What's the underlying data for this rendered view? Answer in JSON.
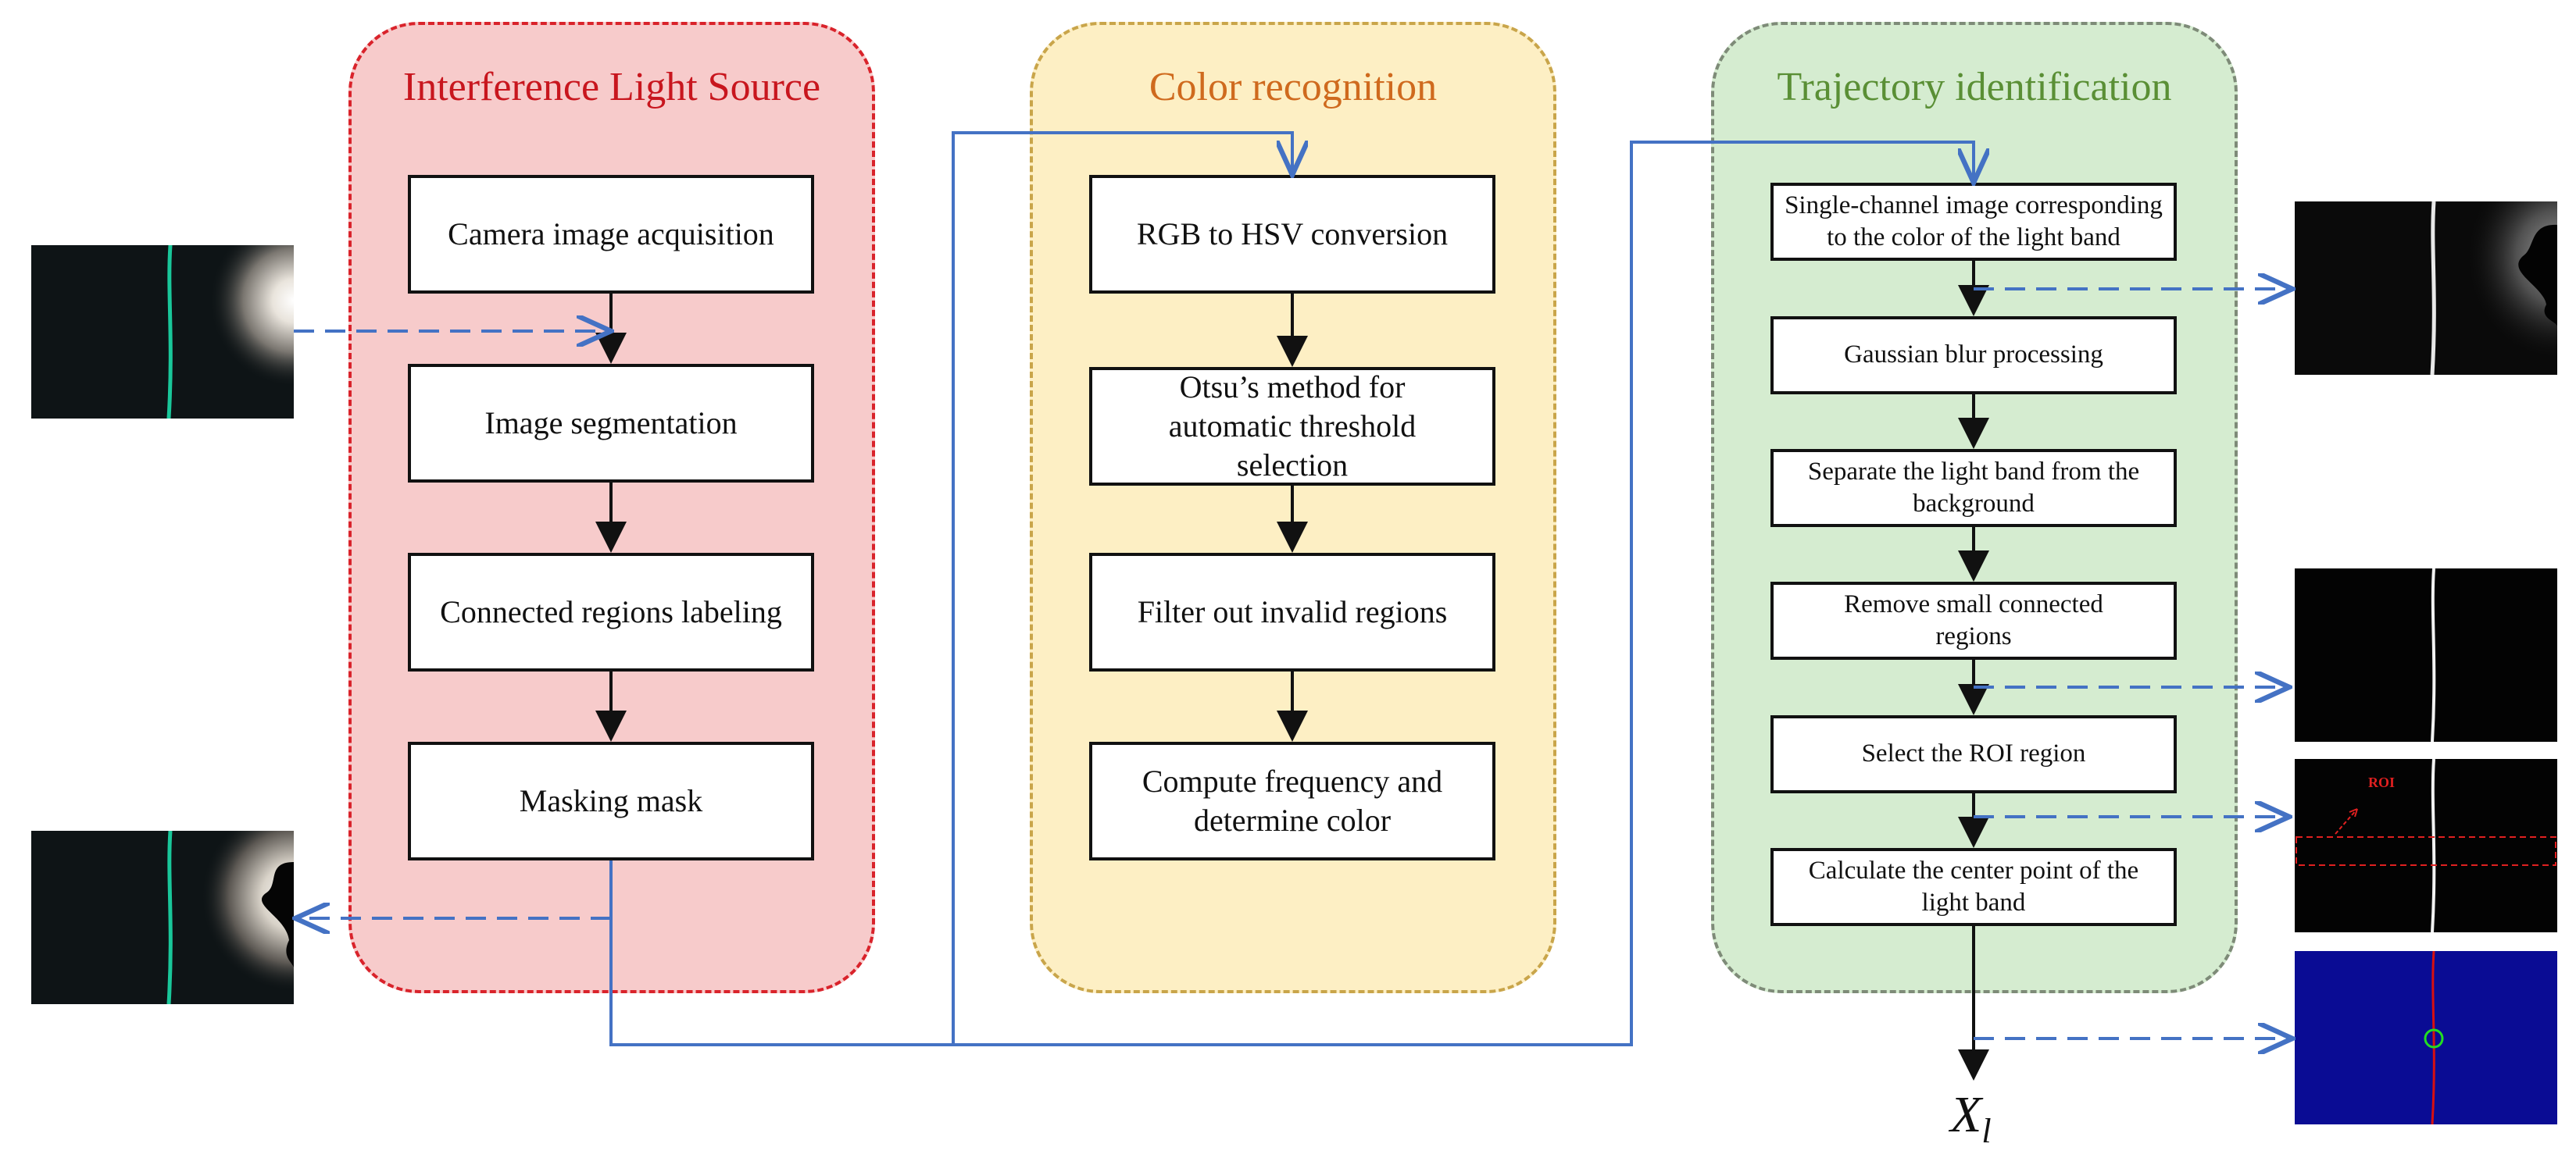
{
  "colors": {
    "flow_blue": "#4472c4",
    "panel1_fill": "#f7cbcb",
    "panel1_border": "#d9232b",
    "panel1_title": "#c8161e",
    "panel2_fill": "#fdefc4",
    "panel2_border": "#c9a54a",
    "panel2_title": "#cf6a1e",
    "panel3_fill": "#d5ecd0",
    "panel3_border": "#7e8b78",
    "panel3_title": "#5a8f35",
    "band_green": "#19c79a",
    "roi_red": "#e02020"
  },
  "panels": [
    {
      "title": "Interference Light Source",
      "steps": [
        "Camera image acquisition",
        "Image segmentation",
        "Connected regions labeling",
        "Masking mask"
      ]
    },
    {
      "title": "Color recognition",
      "steps": [
        "RGB to HSV conversion",
        "Otsu’s method for\nautomatic threshold\nselection",
        "Filter out invalid regions",
        "Compute frequency and\ndetermine color"
      ]
    },
    {
      "title": "Trajectory identification",
      "steps": [
        "Single-channel image corresponding\nto the color of the light band",
        "Gaussian blur processing",
        "Separate the light band from the\nbackground",
        "Remove small connected\nregions",
        "Select the ROI region",
        "Calculate the center point of the\nlight band"
      ]
    }
  ],
  "thumbnails": {
    "roi_label": "ROI"
  },
  "output": {
    "symbol": "X",
    "subscript": "l"
  }
}
